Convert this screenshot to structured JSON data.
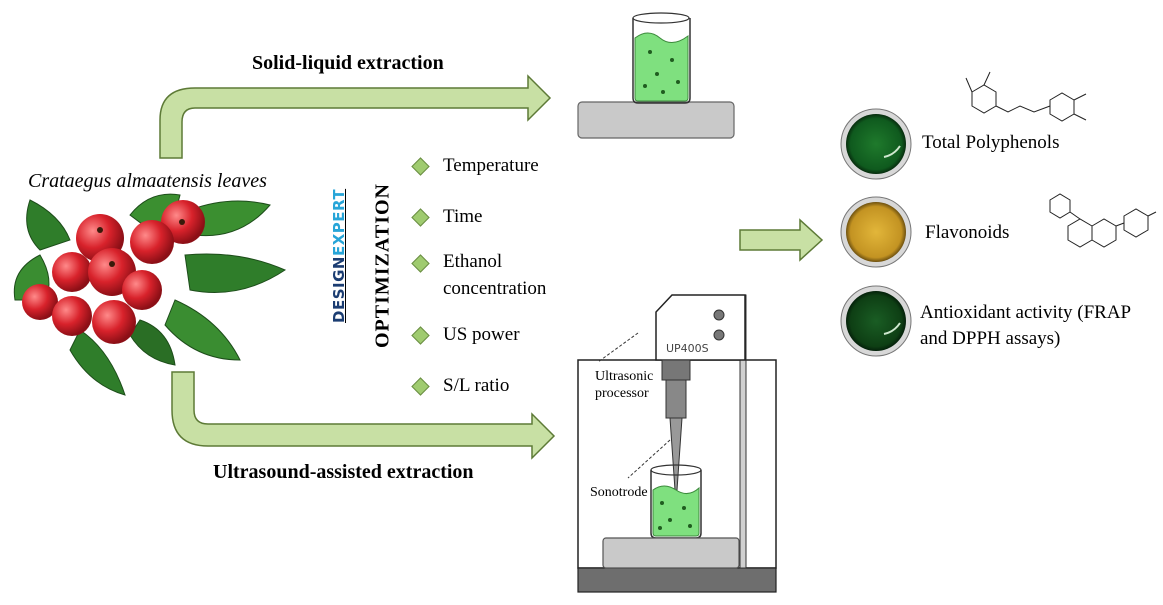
{
  "source_label": "Crataegus almaatensis leaves",
  "methods": {
    "top": "Solid-liquid extraction",
    "bottom": "Ultrasound-assisted extraction"
  },
  "optimization": {
    "title": "OPTIMIZATION",
    "software_logo": {
      "part1": "DESIGN",
      "part2": "EXPERT"
    },
    "factors": [
      {
        "label": "Temperature"
      },
      {
        "label": "Time"
      },
      {
        "label": "Ethanol concentration"
      },
      {
        "label": "US power"
      },
      {
        "label": "S/L ratio"
      }
    ]
  },
  "apparatus": {
    "device_label": "UP400S",
    "processor_label": "Ultrasonic processor",
    "sonotrode_label": "Sonotrode"
  },
  "results": [
    {
      "label": "Total Polyphenols",
      "color": "#0f5a1e"
    },
    {
      "label": "Flavonoids",
      "color": "#c9a02a"
    },
    {
      "label": "Antioxidant activity (FRAP and DPPH assays)",
      "color": "#0e3f14"
    }
  ],
  "colors": {
    "arrow_fill": "#c8e0a4",
    "arrow_stroke": "#5d7a36",
    "liquid": "#7fe07f",
    "plate": "#c9c9c9"
  }
}
